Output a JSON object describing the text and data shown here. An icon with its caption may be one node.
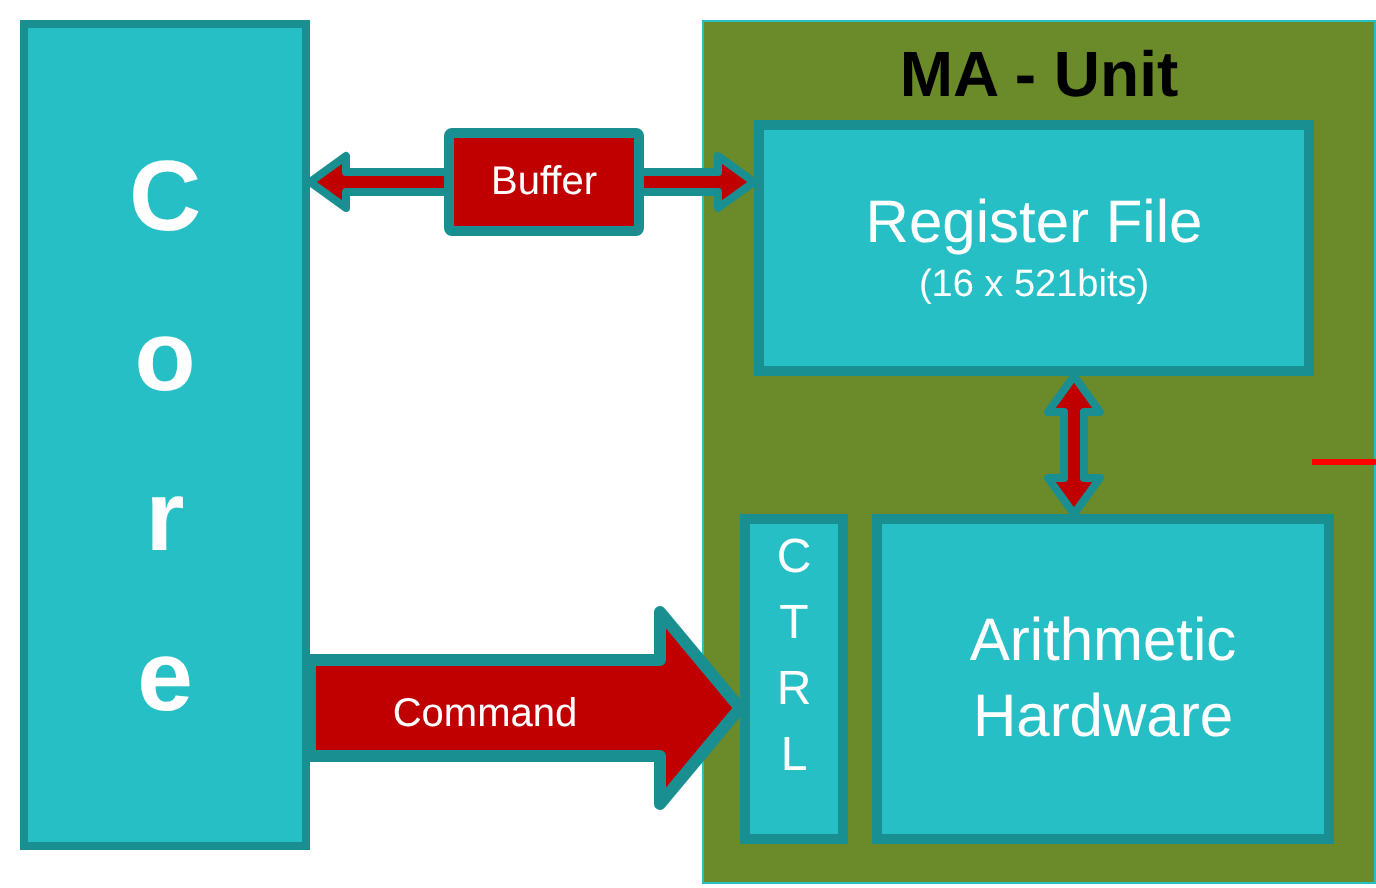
{
  "diagram": {
    "nodes": [
      {
        "text": [
          "Core"
        ]
      },
      {
        "text": [
          "MA - Unit"
        ]
      },
      {
        "text": [
          "Register File",
          "(16 x 521bits)"
        ],
        "in": 1
      },
      {
        "text": [
          "CTRL"
        ],
        "in": 1
      },
      {
        "text": [
          "Arithmetic Hardware"
        ],
        "in": 1
      }
    ],
    "edges": [
      {
        "from": 0,
        "to": 2,
        "arrow": "both",
        "label": "Buffer"
      },
      {
        "from": 2,
        "to": 4,
        "arrow": "both"
      },
      {
        "from": 0,
        "to": 3,
        "arrow": "to",
        "label": "Command",
        "style": "thick"
      }
    ]
  }
}
